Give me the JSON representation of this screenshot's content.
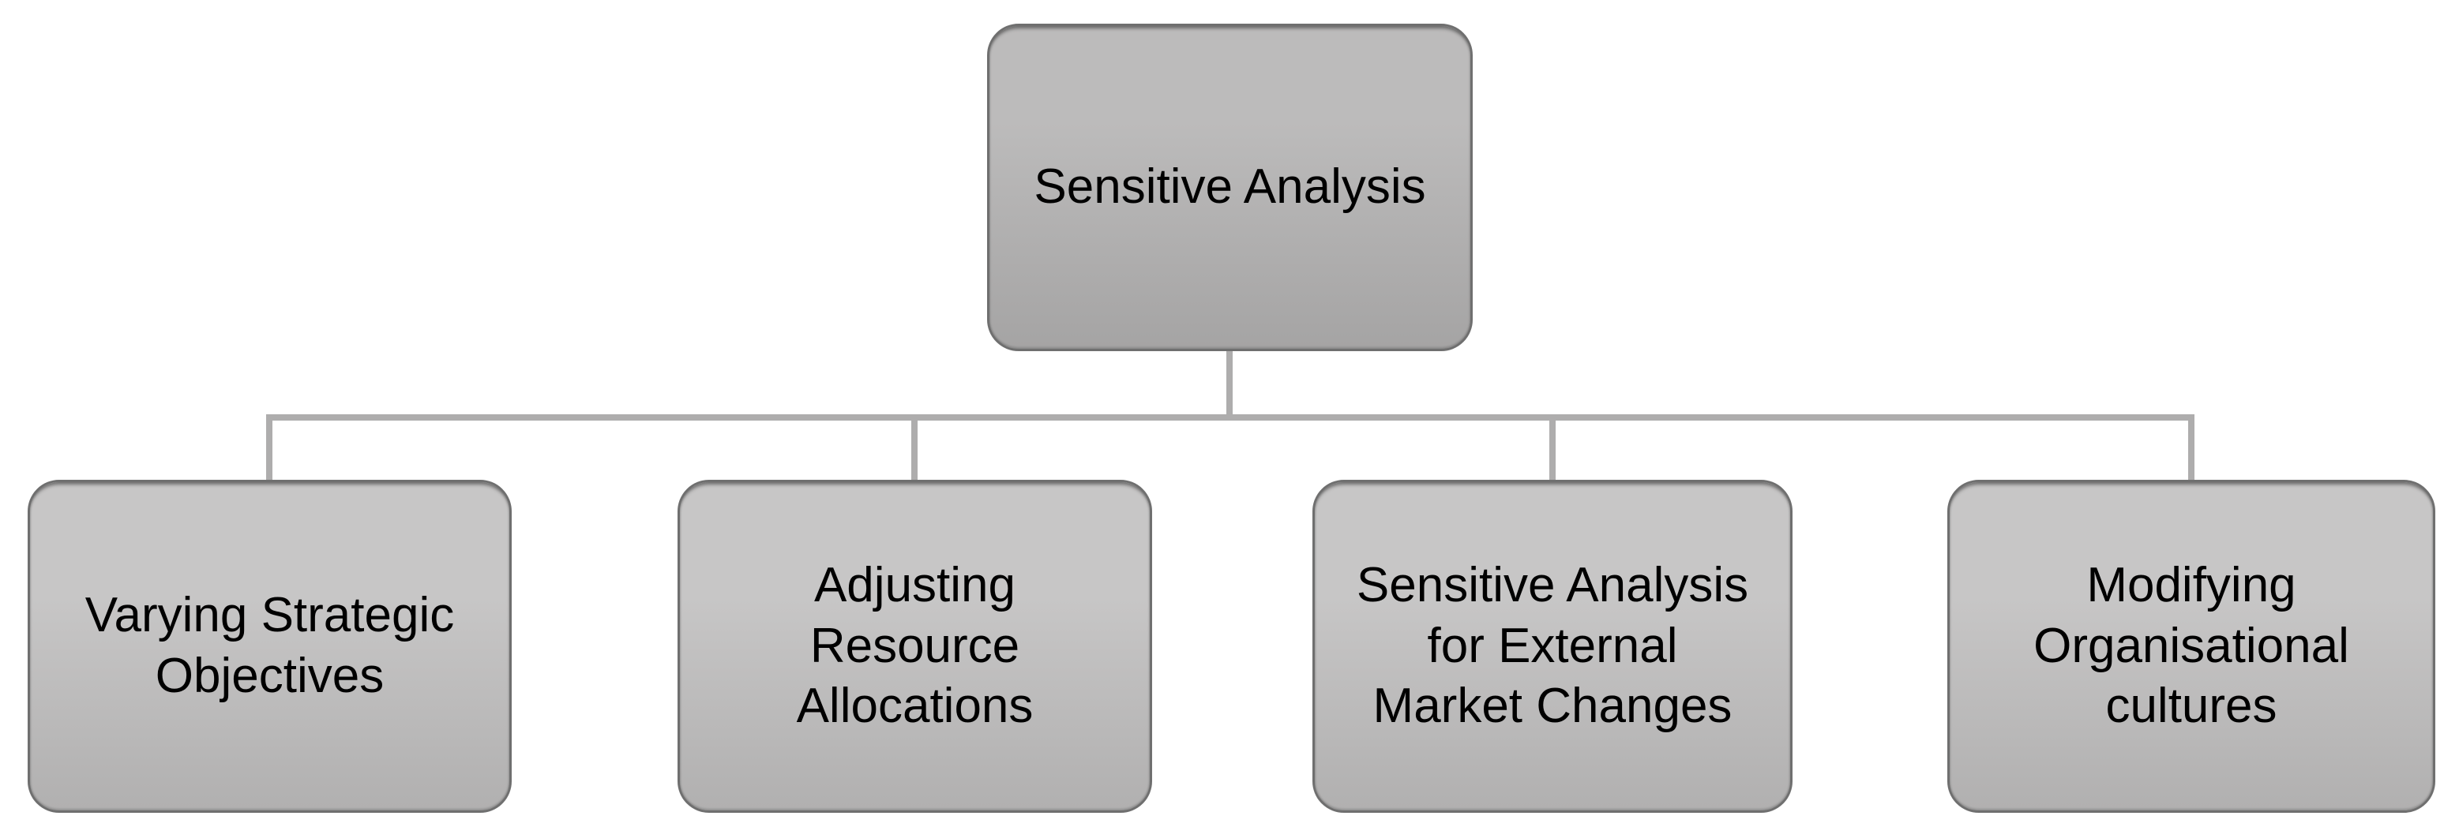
{
  "diagram": {
    "type": "hierarchy",
    "root": {
      "label": "Sensitive Analysis"
    },
    "children": [
      {
        "label": "Varying Strategic\nObjectives"
      },
      {
        "label": "Adjusting\nResource\nAllocations"
      },
      {
        "label": "Sensitive Analysis\nfor External\nMarket Changes"
      },
      {
        "label": "Modifying\nOrganisational\ncultures"
      }
    ]
  },
  "colors": {
    "canvas-bg": "#ffffff",
    "connector": "#aeadad",
    "node-border": "#6f6f6f",
    "node-fill-top": "#c7c6c6",
    "node-fill-bottom": "#b1b0b0",
    "root-fill-top": "#bcbbbb",
    "root-fill-bottom": "#a5a4a4",
    "text": "#000000"
  }
}
